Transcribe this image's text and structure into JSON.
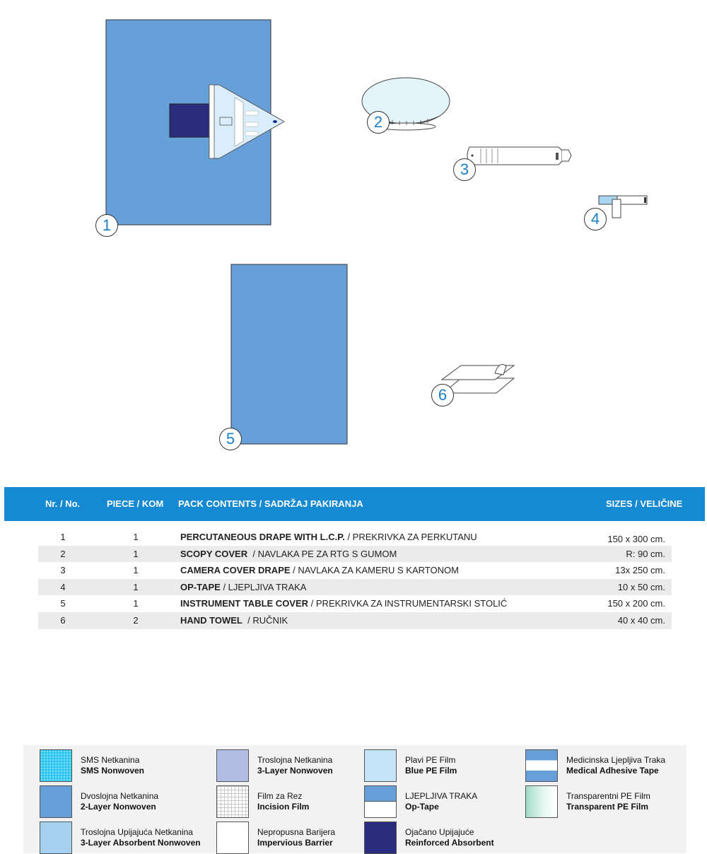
{
  "callouts": [
    "1",
    "2",
    "3",
    "4",
    "5",
    "6"
  ],
  "colors": {
    "header_blue": "#1589d2",
    "two_layer_nonwoven": "#679fd8",
    "reinforced_absorbent": "#2b2c7d",
    "callout_text": "#1b7fc4"
  },
  "table": {
    "headers": {
      "nr": "Nr. / No.",
      "piece": "PIECE / KOM",
      "contents": "PACK CONTENTS / SADRŽAJ PAKIRANJA",
      "sizes": "SIZES / VELIČINE"
    },
    "rows": [
      {
        "nr": "1",
        "piece": "1",
        "name": "PERCUTANEOUS DRAPE WITH L.C.P.",
        "desc": " / PREKRIVKA ZA PERKUTANU",
        "size": "150 x 300 cm."
      },
      {
        "nr": "2",
        "piece": "1",
        "name": "SCOPY COVER",
        "desc": "  / NAVLAKA PE ZA RTG S GUMOM",
        "size": "R: 90 cm."
      },
      {
        "nr": "3",
        "piece": "1",
        "name": "CAMERA COVER DRAPE",
        "desc": " / NAVLAKA ZA KAMERU S KARTONOM",
        "size": "13x 250 cm."
      },
      {
        "nr": "4",
        "piece": "1",
        "name": "OP-TAPE",
        "desc": " / LJEPLJIVA TRAKA",
        "size": "10 x 50 cm."
      },
      {
        "nr": "5",
        "piece": "1",
        "name": "INSTRUMENT TABLE COVER",
        "desc": " / PREKRIVKA ZA INSTRUMENTARSKI STOLIĆ",
        "size": "150 x 200 cm."
      },
      {
        "nr": "6",
        "piece": "2",
        "name": "HAND TOWEL",
        "desc": "  / RUČNIK",
        "size": "40 x 40 cm."
      }
    ]
  },
  "legend": [
    {
      "l1": "SMS Netkanina",
      "l2": "SMS Nonwoven",
      "swatch": "sms"
    },
    {
      "l1": "Dvoslojna Netkanina",
      "l2": "2-Layer Nonwoven",
      "swatch": "two-layer"
    },
    {
      "l1": "Troslojna Upijajuća Netkanina",
      "l2": "3-Layer Absorbent Nonwoven",
      "swatch": "three-layer-absorbent"
    },
    {
      "l1": "Troslojna Netkanina",
      "l2": "3-Layer Nonwoven",
      "swatch": "three-layer"
    },
    {
      "l1": "Film za Rez",
      "l2": "Incision Film",
      "swatch": "incision-film"
    },
    {
      "l1": "Nepropusna Barijera",
      "l2": "Impervious Barrier",
      "swatch": "impervious"
    },
    {
      "l1": "Plavi PE Film",
      "l2": "Blue PE Film",
      "swatch": "blue-pe"
    },
    {
      "l1": "LJEPLJIVA TRAKA",
      "l2": "Op-Tape",
      "swatch": "op-tape"
    },
    {
      "l1": "Ojačano Upijajuće",
      "l2": "Reinforced Absorbent",
      "swatch": "reinforced"
    },
    {
      "l1": "Medicinska Ljepljiva Traka",
      "l2": "Medical Adhesive Tape",
      "swatch": "medical-tape"
    },
    {
      "l1": "Transparentni PE Film",
      "l2": "Transparent PE Film",
      "swatch": "transparent-pe"
    }
  ]
}
